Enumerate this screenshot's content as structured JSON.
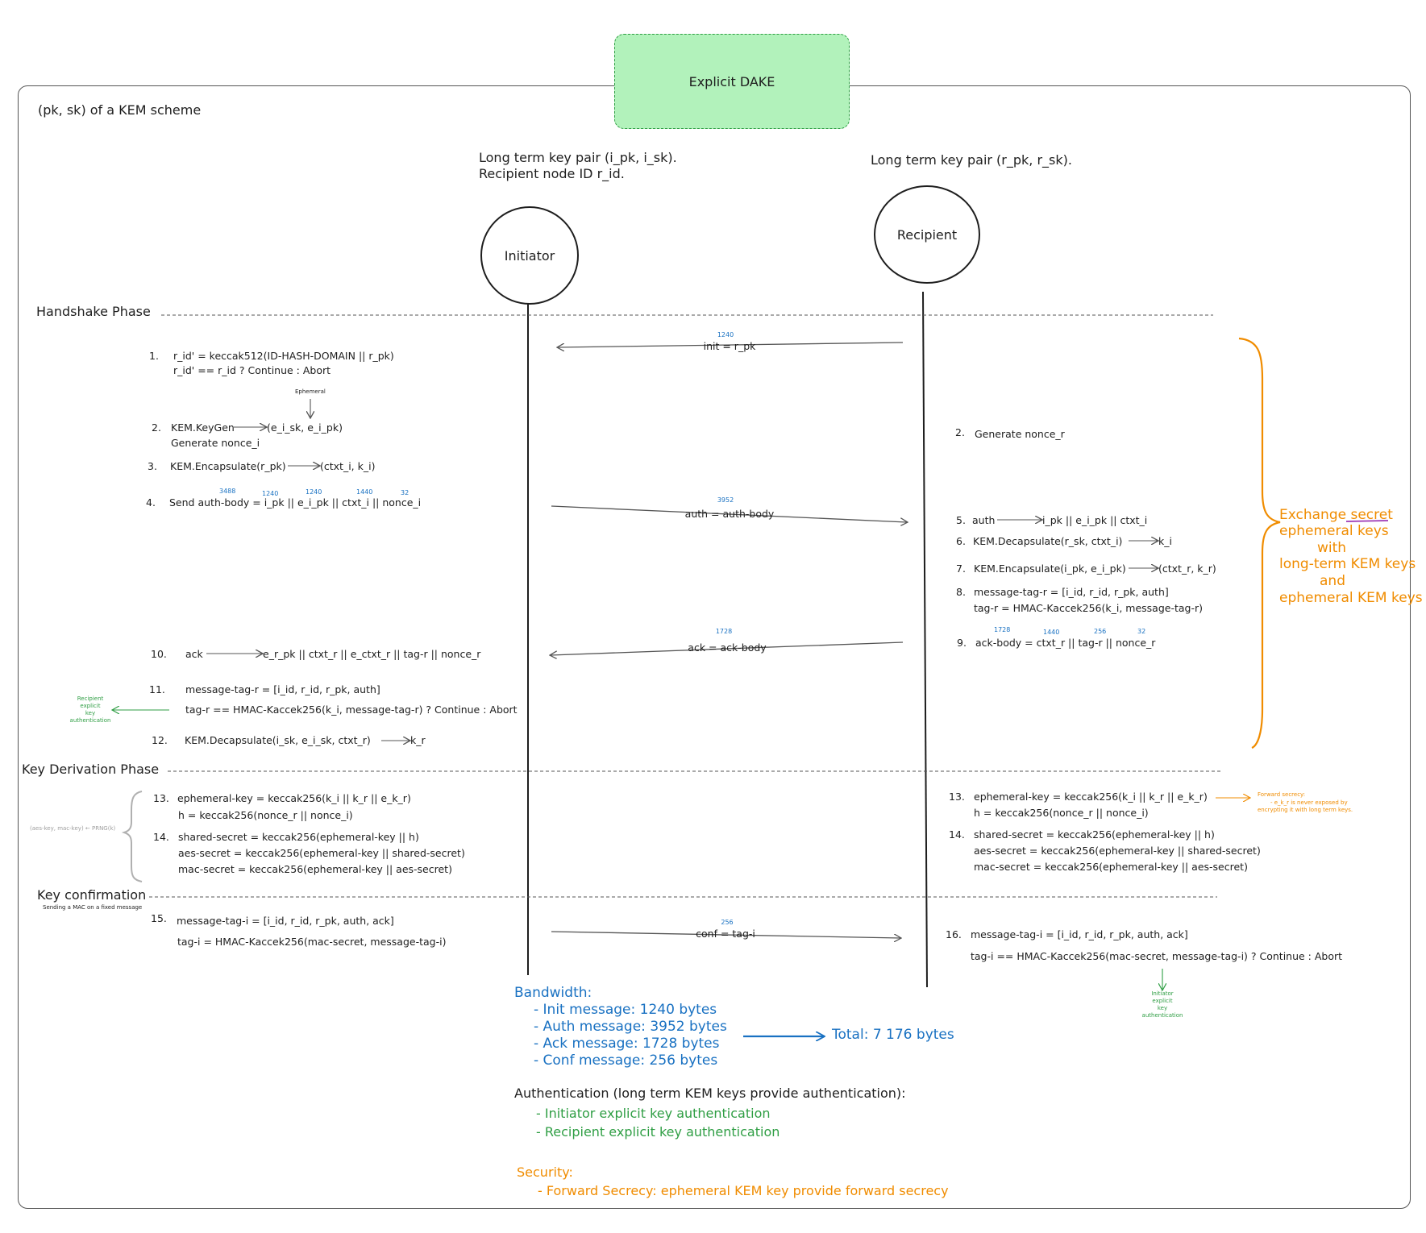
{
  "title": "Explicit DAKE",
  "frame_label": "(pk, sk) of a KEM scheme",
  "initiator": {
    "label": "Initiator",
    "key_line1": "Long term key pair (i_pk, i_sk).",
    "key_line2": "Recipient node ID r_id."
  },
  "recipient": {
    "label": "Recipient",
    "key_line1": "Long term key pair (r_pk, r_sk)."
  },
  "phases": {
    "handshake": "Handshake Phase",
    "key_derivation": "Key Derivation Phase",
    "key_confirmation": "Key confirmation",
    "key_confirmation_sub": "Sending a MAC on a fixed message"
  },
  "messages": {
    "init": {
      "label": "init = r_pk",
      "size": "1240"
    },
    "auth": {
      "label": "auth = auth-body",
      "size": "3952"
    },
    "ack": {
      "label": "ack = ack-body",
      "size": "1728"
    },
    "conf": {
      "label": "conf = tag-i",
      "size": "256"
    }
  },
  "initiator_steps": {
    "s1_num": "1.",
    "s1_a": "r_id' = keccak512(ID-HASH-DOMAIN || r_pk)",
    "s1_b": "r_id' == r_id ? Continue : Abort",
    "ephemeral_note": "Ephemeral",
    "s2_num": "2.",
    "s2_a_left": "KEM.KeyGen",
    "s2_a_right": "(e_i_sk, e_i_pk)",
    "s2_b": "Generate nonce_i",
    "s3_num": "3.",
    "s3_left": "KEM.Encapsulate(r_pk)",
    "s3_right": "(ctxt_i, k_i)",
    "s4_num": "4.",
    "s4": "Send auth-body = i_pk || e_i_pk || ctxt_i || nonce_i",
    "s4_sizes": [
      "3488",
      "1240",
      "1240",
      "1440",
      "32"
    ],
    "s10_num": "10.",
    "s10_left": "ack",
    "s10_right": "e_r_pk || ctxt_r || e_ctxt_r || tag-r || nonce_r",
    "s11_num": "11.",
    "s11_a": "message-tag-r = [i_id, r_id, r_pk, auth]",
    "s11_b": "tag-r == HMAC-Kaccek256(k_i, message-tag-r) ? Continue : Abort",
    "s11_note": [
      "Recipient",
      "explicit",
      "key",
      "authentication"
    ],
    "s12_num": "12.",
    "s12_left": "KEM.Decapsulate(i_sk, e_i_sk, ctxt_r)",
    "s12_right": "k_r",
    "s13_num": "13.",
    "s13_a": "ephemeral-key = keccak256(k_i || k_r || e_k_r)",
    "s13_b": "h = keccak256(nonce_r || nonce_i)",
    "s14_num": "14.",
    "s14_a": "shared-secret = keccak256(ephemeral-key || h)",
    "s14_b": "aes-secret = keccak256(ephemeral-key || shared-secret)",
    "s14_c": "mac-secret = keccak256(ephemeral-key || aes-secret)",
    "prng_note": "(aes-key, mac-key) ← PRNG(k)",
    "s15_num": "15.",
    "s15_a": "message-tag-i = [i_id, r_id, r_pk, auth, ack]",
    "s15_b": "tag-i = HMAC-Kaccek256(mac-secret, message-tag-i)"
  },
  "recipient_steps": {
    "s2_num": "2.",
    "s2": "Generate nonce_r",
    "s5_num": "5.",
    "s5_left": "auth",
    "s5_right": "i_pk || e_i_pk || ctxt_i",
    "s6_num": "6.",
    "s6_left": "KEM.Decapsulate(r_sk, ctxt_i)",
    "s6_right": "k_i",
    "s7_num": "7.",
    "s7_left": "KEM.Encapsulate(i_pk, e_i_pk)",
    "s7_right": "(ctxt_r, k_r)",
    "s8_num": "8.",
    "s8_a": "message-tag-r = [i_id, r_id, r_pk, auth]",
    "s8_b": "tag-r = HMAC-Kaccek256(k_i, message-tag-r)",
    "s9_num": "9.",
    "s9": "ack-body = ctxt_r  || tag-r || nonce_r",
    "s9_sizes": [
      "1728",
      "1440",
      "256",
      "32"
    ],
    "s13_num": "13.",
    "s13_a": "ephemeral-key = keccak256(k_i || k_r || e_k_r)",
    "s13_b": "h = keccak256(nonce_r || nonce_i)",
    "fs_note_a": "Forward secrecy:",
    "fs_note_b": "- e_k_r is never exposed by",
    "fs_note_c": "encrypting it with long term keys.",
    "s14_num": "14.",
    "s14_a": "shared-secret = keccak256(ephemeral-key || h)",
    "s14_b": "aes-secret = keccak256(ephemeral-key || shared-secret)",
    "s14_c": "mac-secret = keccak256(ephemeral-key || aes-secret)",
    "s16_num": "16.",
    "s16_a": "message-tag-i = [i_id, r_id, r_pk, auth, ack]",
    "s16_b": "tag-i == HMAC-Kaccek256(mac-secret, message-tag-i) ? Continue : Abort",
    "s16_note": [
      "Initiator",
      "explicit",
      "key",
      "authentication"
    ]
  },
  "exchange_note": {
    "line1_pre": "Exchange ",
    "line1_ul": "secret",
    "line2": "ephemeral keys",
    "line3": "with",
    "line4": "long-term KEM keys",
    "line5": "and",
    "line6": "ephemeral KEM keys"
  },
  "bandwidth": {
    "title": "Bandwidth:",
    "items": [
      "- Init message:  1240 bytes",
      "- Auth message: 3952 bytes",
      "- Ack message:    1728 bytes",
      "- Conf message:  256 bytes"
    ],
    "total": "Total:  7 176 bytes"
  },
  "authentication": {
    "title": "Authentication (long term KEM keys provide authentication):",
    "items": [
      "- Initiator explicit key authentication",
      "- Recipient explicit key authentication"
    ]
  },
  "security": {
    "title": "Security:",
    "items": [
      "- Forward Secrecy: ephemeral KEM key provide forward secrecy"
    ]
  },
  "colors": {
    "title_fill": "#b2f2bb",
    "title_stroke": "#2f9e44",
    "blue": "#1971c2",
    "green": "#2f9e44",
    "orange": "#f08c00",
    "stroke": "#1e1e1e"
  }
}
